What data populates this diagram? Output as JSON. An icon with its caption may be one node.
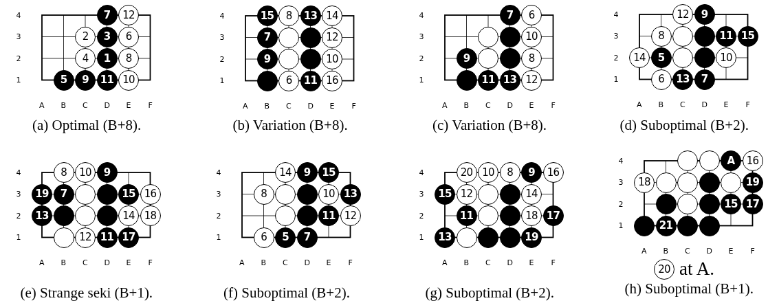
{
  "diagram": {
    "nodes": [
      {
        "text": [
          "7"
        ]
      },
      {
        "text": [
          "12"
        ]
      },
      {
        "text": [
          "2"
        ]
      },
      {
        "text": [
          "3"
        ]
      },
      {
        "text": [
          "6"
        ]
      },
      {
        "text": [
          "4"
        ]
      },
      {
        "text": [
          "1"
        ]
      },
      {
        "text": [
          "8"
        ]
      },
      {
        "text": [
          "5"
        ]
      },
      {
        "text": [
          "9"
        ]
      },
      {
        "text": [
          "11"
        ]
      },
      {
        "text": [
          "10"
        ]
      },
      {
        "text": [
          "15"
        ]
      },
      {
        "text": [
          "8"
        ]
      },
      {
        "text": [
          "13"
        ]
      },
      {
        "text": [
          "14"
        ]
      },
      {
        "text": [
          "7"
        ]
      },
      {
        "text": [],
        "shape": "circle"
      },
      {
        "text": [],
        "shape": "circle"
      },
      {
        "text": [
          "12"
        ]
      },
      {
        "text": [
          "9"
        ]
      },
      {
        "text": [],
        "shape": "circle"
      },
      {
        "text": [],
        "shape": "circle"
      },
      {
        "text": [
          "10"
        ]
      },
      {
        "text": [],
        "shape": "circle"
      },
      {
        "text": [
          "6"
        ]
      },
      {
        "text": [
          "11"
        ]
      },
      {
        "text": [
          "16"
        ]
      },
      {
        "text": [
          "7"
        ]
      },
      {
        "text": [
          "6"
        ]
      },
      {
        "text": [],
        "shape": "circle"
      },
      {
        "text": [],
        "shape": "circle"
      },
      {
        "text": [
          "10"
        ]
      },
      {
        "text": [
          "9"
        ]
      },
      {
        "text": [],
        "shape": "circle"
      },
      {
        "text": [],
        "shape": "circle"
      },
      {
        "text": [
          "8"
        ]
      },
      {
        "text": [],
        "shape": "circle"
      },
      {
        "text": [
          "11"
        ]
      },
      {
        "text": [
          "13"
        ]
      },
      {
        "text": [
          "12"
        ]
      },
      {
        "text": [
          "12"
        ]
      },
      {
        "text": [
          "9"
        ]
      },
      {
        "text": [
          "8"
        ]
      },
      {
        "text": [],
        "shape": "circle"
      },
      {
        "text": [],
        "shape": "circle"
      },
      {
        "text": [
          "11"
        ]
      },
      {
        "text": [
          "15"
        ]
      },
      {
        "text": [
          "14"
        ]
      },
      {
        "text": [
          "5"
        ]
      },
      {
        "text": [],
        "shape": "circle"
      },
      {
        "text": [],
        "shape": "circle"
      },
      {
        "text": [
          "10"
        ]
      },
      {
        "text": [
          "6"
        ]
      },
      {
        "text": [
          "13"
        ]
      },
      {
        "text": [
          "7"
        ]
      },
      {
        "text": [
          "8"
        ]
      },
      {
        "text": [
          "10"
        ]
      },
      {
        "text": [
          "9"
        ]
      },
      {
        "text": [
          "19"
        ]
      },
      {
        "text": [
          "7"
        ]
      },
      {
        "text": [],
        "shape": "circle"
      },
      {
        "text": [],
        "shape": "circle"
      },
      {
        "text": [
          "15"
        ]
      },
      {
        "text": [
          "16"
        ]
      },
      {
        "text": [
          "13"
        ]
      },
      {
        "text": [],
        "shape": "circle"
      },
      {
        "text": [],
        "shape": "circle"
      },
      {
        "text": [],
        "shape": "circle"
      },
      {
        "text": [
          "14"
        ]
      },
      {
        "text": [
          "18"
        ]
      },
      {
        "text": [],
        "shape": "circle"
      },
      {
        "text": [
          "12"
        ]
      },
      {
        "text": [
          "11"
        ]
      },
      {
        "text": [
          "17"
        ]
      },
      {
        "text": [
          "14"
        ]
      },
      {
        "text": [
          "9"
        ]
      },
      {
        "text": [
          "15"
        ]
      },
      {
        "text": [
          "8"
        ]
      },
      {
        "text": [],
        "shape": "circle"
      },
      {
        "text": [],
        "shape": "circle"
      },
      {
        "text": [
          "10"
        ]
      },
      {
        "text": [
          "13"
        ]
      },
      {
        "text": [],
        "shape": "circle"
      },
      {
        "text": [],
        "shape": "circle"
      },
      {
        "text": [
          "11"
        ]
      },
      {
        "text": [
          "12"
        ]
      },
      {
        "text": [
          "6"
        ]
      },
      {
        "text": [
          "5"
        ]
      },
      {
        "text": [
          "7"
        ]
      },
      {
        "text": [
          "20"
        ]
      },
      {
        "text": [
          "10"
        ]
      },
      {
        "text": [
          "8"
        ]
      },
      {
        "text": [
          "9"
        ]
      },
      {
        "text": [
          "16"
        ]
      },
      {
        "text": [
          "15"
        ]
      },
      {
        "text": [
          "12"
        ]
      },
      {
        "text": [],
        "shape": "circle"
      },
      {
        "text": [],
        "shape": "circle"
      },
      {
        "text": [
          "14"
        ]
      },
      {
        "text": [
          "11"
        ]
      },
      {
        "text": [],
        "shape": "circle"
      },
      {
        "text": [],
        "shape": "circle"
      },
      {
        "text": [
          "18"
        ]
      },
      {
        "text": [
          "17"
        ]
      },
      {
        "text": [
          "13"
        ]
      },
      {
        "text": [],
        "shape": "circle"
      },
      {
        "text": [],
        "shape": "circle"
      },
      {
        "text": [],
        "shape": "circle"
      },
      {
        "text": [
          "19"
        ]
      },
      {
        "text": [],
        "shape": "circle"
      },
      {
        "text": [],
        "shape": "circle"
      },
      {
        "text": [
          "A"
        ]
      },
      {
        "text": [
          "16"
        ]
      },
      {
        "text": [
          "18"
        ]
      },
      {
        "text": [],
        "shape": "circle"
      },
      {
        "text": [],
        "shape": "circle"
      },
      {
        "text": [],
        "shape": "circle"
      },
      {
        "text": [],
        "shape": "circle"
      },
      {
        "text": [
          "19"
        ]
      },
      {
        "text": [],
        "shape": "circle"
      },
      {
        "text": [],
        "shape": "circle"
      },
      {
        "text": [],
        "shape": "circle"
      },
      {
        "text": [
          "15"
        ]
      },
      {
        "text": [
          "17"
        ]
      },
      {
        "text": [],
        "shape": "circle"
      },
      {
        "text": [
          "21"
        ]
      },
      {
        "text": [],
        "shape": "circle"
      },
      {
        "text": [],
        "shape": "circle"
      },
      {
        "text": [
          "20"
        ],
        "beside": [
          "at A."
        ]
      }
    ],
    "labels": [
      "4",
      "3",
      "2",
      "1",
      "A",
      "B",
      "C",
      "D",
      "E",
      "F",
      "(a) Optimal (B+8).",
      "4",
      "3",
      "2",
      "1",
      "A",
      "B",
      "C",
      "D",
      "E",
      "F",
      "(b) Variation (B+8).",
      "4",
      "3",
      "2",
      "1",
      "A",
      "B",
      "C",
      "D",
      "E",
      "F",
      "(c) Variation (B+8).",
      "4",
      "3",
      "2",
      "1",
      "A",
      "B",
      "C",
      "D",
      "E",
      "F",
      "(d) Suboptimal (B+2).",
      "4",
      "3",
      "2",
      "1",
      "A",
      "B",
      "C",
      "D",
      "E",
      "F",
      "(e) Strange seki (B+1).",
      "4",
      "3",
      "2",
      "1",
      "A",
      "B",
      "C",
      "D",
      "E",
      "F",
      "(f) Suboptimal (B+2).",
      "4",
      "3",
      "2",
      "1",
      "A",
      "B",
      "C",
      "D",
      "E",
      "F",
      "(g) Suboptimal (B+2).",
      "4",
      "3",
      "2",
      "1",
      "A",
      "B",
      "C",
      "D",
      "E",
      "F",
      "(h) Suboptimal (B+1)."
    ]
  }
}
